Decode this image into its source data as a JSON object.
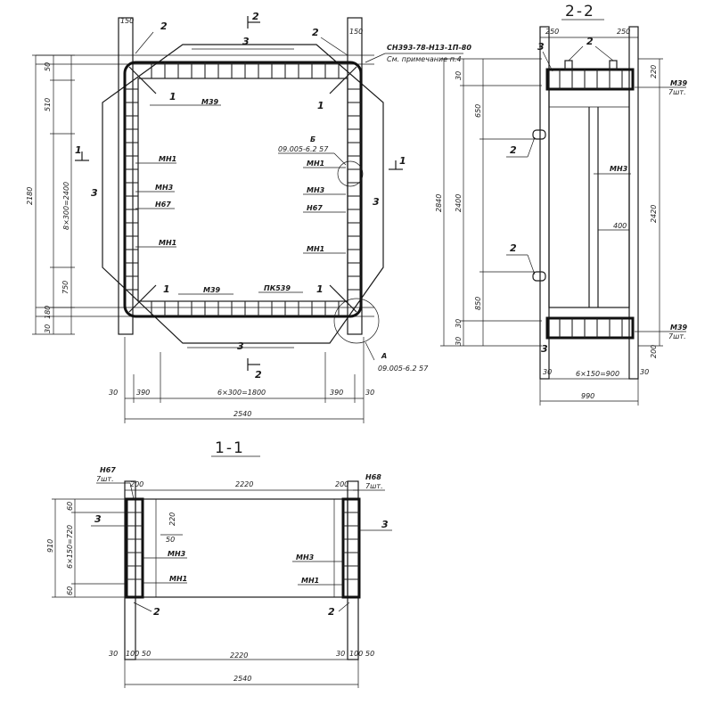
{
  "drawing": {
    "plan": {
      "cut_mark_top": "2",
      "cut_mark_bottom": "2",
      "cut_mark_left": "1",
      "cut_mark_right": "1",
      "marks": {
        "m2_top": "2",
        "m2_top_right": "2",
        "m3_top": "3",
        "m3_left": "3",
        "m3_right": "3",
        "m3_bottom": "3",
        "m1_a": "1",
        "m1_b": "1",
        "m1_c": "1",
        "m1_d": "1"
      },
      "callout_top_right": "СН393-78-Н13-1П-80",
      "callout_top_right_sub": "См. примечание п.4",
      "node_b_label": "Б",
      "node_b_ref": "09.005-6.2 57",
      "node_a_label": "А",
      "node_a_ref": "09.005-6.2 57",
      "labels": {
        "m39_top": "М39",
        "mn1_l1": "МН1",
        "mn3_l": "МН3",
        "n67_l": "Н67",
        "mn1_l2": "МН1",
        "mn1_r1": "МН1",
        "mn3_r": "МН3",
        "n67_r": "Н67",
        "mn1_r2": "МН1",
        "m39_bottom": "М39",
        "pk539": "ПК539"
      },
      "dims_left": {
        "total": "2180",
        "d50": "50",
        "d510": "510",
        "expr": "8×300=2400",
        "d750": "750",
        "d180": "180",
        "d30": "30"
      },
      "dims_bottom": {
        "a": "30",
        "b": "390",
        "c": "6×300=1800",
        "d": "390",
        "e": "30",
        "total": "2540"
      },
      "dim_top_150": "150",
      "dim_top_right_150": "150"
    },
    "section22": {
      "title": "2-2",
      "marks": {
        "m2_top": "2",
        "m3_top": "3",
        "m2_mid1": "2",
        "m2_mid2": "2",
        "m3_bottom": "3"
      },
      "dims_top": {
        "d250a": "250",
        "d250b": "250"
      },
      "labels": {
        "m39_top": "М39",
        "m39_top_sub": "7шт.",
        "mn3": "МН3",
        "d400": "400",
        "m39_bottom": "М39",
        "m39_bottom_sub": "7шт."
      },
      "dims_left": {
        "total": "2840",
        "inner": "2400",
        "d650": "650",
        "d850": "850",
        "d30a": "30",
        "d30b": "30",
        "d30c": "30"
      },
      "dims_right": {
        "total": "2420",
        "d220": "220",
        "d200": "200"
      },
      "dims_bottom": {
        "a": "30",
        "expr": "6×150=900",
        "b": "30",
        "total": "990"
      }
    },
    "section11": {
      "title": "1-1",
      "marks": {
        "m3_left": "3",
        "m3_right": "3",
        "m2_left": "2",
        "m2_right": "2"
      },
      "labels": {
        "n67": "Н67",
        "n67_sub": "7шт.",
        "n68": "Н68",
        "n68_sub": "7шт.",
        "mn3_l": "МН3",
        "mn1_l": "МН1",
        "mn3_r": "МН3",
        "mn1_r": "МН1",
        "d220v": "220",
        "d50v": "50"
      },
      "dims_top": {
        "a": "200",
        "b": "2220",
        "c": "200"
      },
      "dims_left": {
        "total": "910",
        "expr": "6×150=720",
        "d60a": "60",
        "d60b": "60"
      },
      "dims_bottom": {
        "a": "30",
        "b": "100",
        "c": "50",
        "d": "2220",
        "e": "30",
        "f": "100",
        "g": "50",
        "total": "2540"
      }
    }
  }
}
